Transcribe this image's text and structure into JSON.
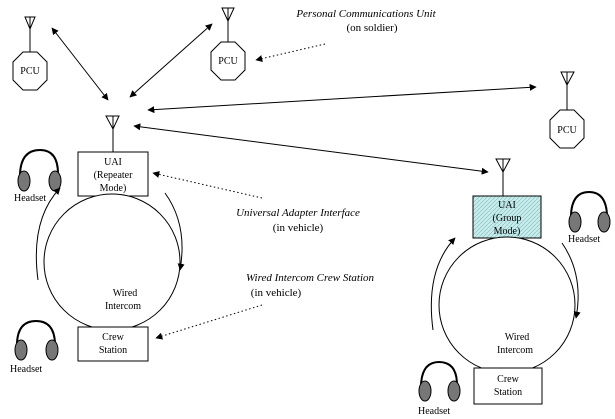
{
  "diagram": {
    "pcu_label": "PCU",
    "uai_repeater": [
      "UAI",
      "(Repeater",
      "Mode)"
    ],
    "uai_group": [
      "UAI",
      "(Group",
      "Mode)"
    ],
    "crew_station": [
      "Crew",
      "Station"
    ],
    "wired_intercom": [
      "Wired",
      "Intercom"
    ],
    "headset_label": "Headset",
    "annotations": {
      "pcu": {
        "title": "Personal Communications Unit",
        "sub": "(on soldier)"
      },
      "uai": {
        "title": "Universal Adapter Interface",
        "sub": "(in vehicle)"
      },
      "crew": {
        "title": "Wired Intercom Crew Station",
        "sub": "(in vehicle)"
      }
    },
    "colors": {
      "group_uai_fill": "#c8ecec",
      "line": "#000000"
    }
  }
}
